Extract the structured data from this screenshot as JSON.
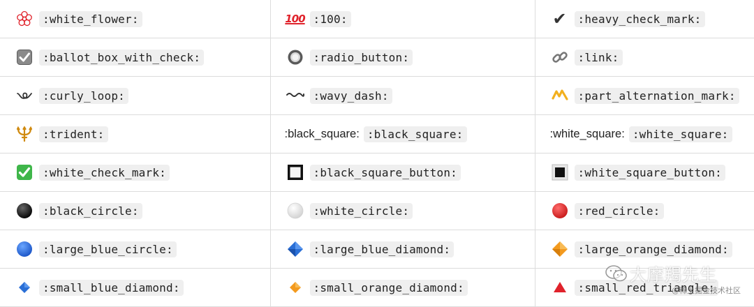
{
  "rows": [
    [
      {
        "icon": "white-flower-icon",
        "code": ":white_flower:"
      },
      {
        "icon": "hundred-points-icon",
        "code": ":100:"
      },
      {
        "icon": "heavy-check-mark-icon",
        "code": ":heavy_check_mark:"
      }
    ],
    [
      {
        "icon": "ballot-box-with-check-icon",
        "code": ":ballot_box_with_check:"
      },
      {
        "icon": "radio-button-icon",
        "code": ":radio_button:"
      },
      {
        "icon": "link-icon",
        "code": ":link:"
      }
    ],
    [
      {
        "icon": "curly-loop-icon",
        "code": ":curly_loop:"
      },
      {
        "icon": "wavy-dash-icon",
        "code": ":wavy_dash:"
      },
      {
        "icon": "part-alternation-mark-icon",
        "code": ":part_alternation_mark:"
      }
    ],
    [
      {
        "icon": "trident-icon",
        "code": ":trident:"
      },
      {
        "fallback": ":black_square:",
        "code": ":black_square:"
      },
      {
        "fallback": ":white_square:",
        "code": ":white_square:"
      }
    ],
    [
      {
        "icon": "white-check-mark-icon",
        "code": ":white_check_mark:"
      },
      {
        "icon": "black-square-button-icon",
        "code": ":black_square_button:"
      },
      {
        "icon": "white-square-button-icon",
        "code": ":white_square_button:"
      }
    ],
    [
      {
        "icon": "black-circle-icon",
        "code": ":black_circle:"
      },
      {
        "icon": "white-circle-icon",
        "code": ":white_circle:"
      },
      {
        "icon": "red-circle-icon",
        "code": ":red_circle:"
      }
    ],
    [
      {
        "icon": "large-blue-circle-icon",
        "code": ":large_blue_circle:"
      },
      {
        "icon": "large-blue-diamond-icon",
        "code": ":large_blue_diamond:"
      },
      {
        "icon": "large-orange-diamond-icon",
        "code": ":large_orange_diamond:"
      }
    ],
    [
      {
        "icon": "small-blue-diamond-icon",
        "code": ":small_blue_diamond:"
      },
      {
        "icon": "small-orange-diamond-icon",
        "code": ":small_orange_diamond:"
      },
      {
        "icon": "small-red-triangle-icon",
        "code": ":small_red_triangle:"
      }
    ]
  ],
  "hundred_glyph": "100",
  "check_glyph": "✔",
  "watermark": {
    "main": "大摩羯先生",
    "sub": "@稀土掘金技术社区"
  },
  "colors": {
    "red": "#e0222b",
    "blue": "#2a6fd6",
    "orange": "#f39a1e",
    "green": "#3fb64a",
    "code_bg": "#efefef",
    "border": "#dcdcdc"
  }
}
